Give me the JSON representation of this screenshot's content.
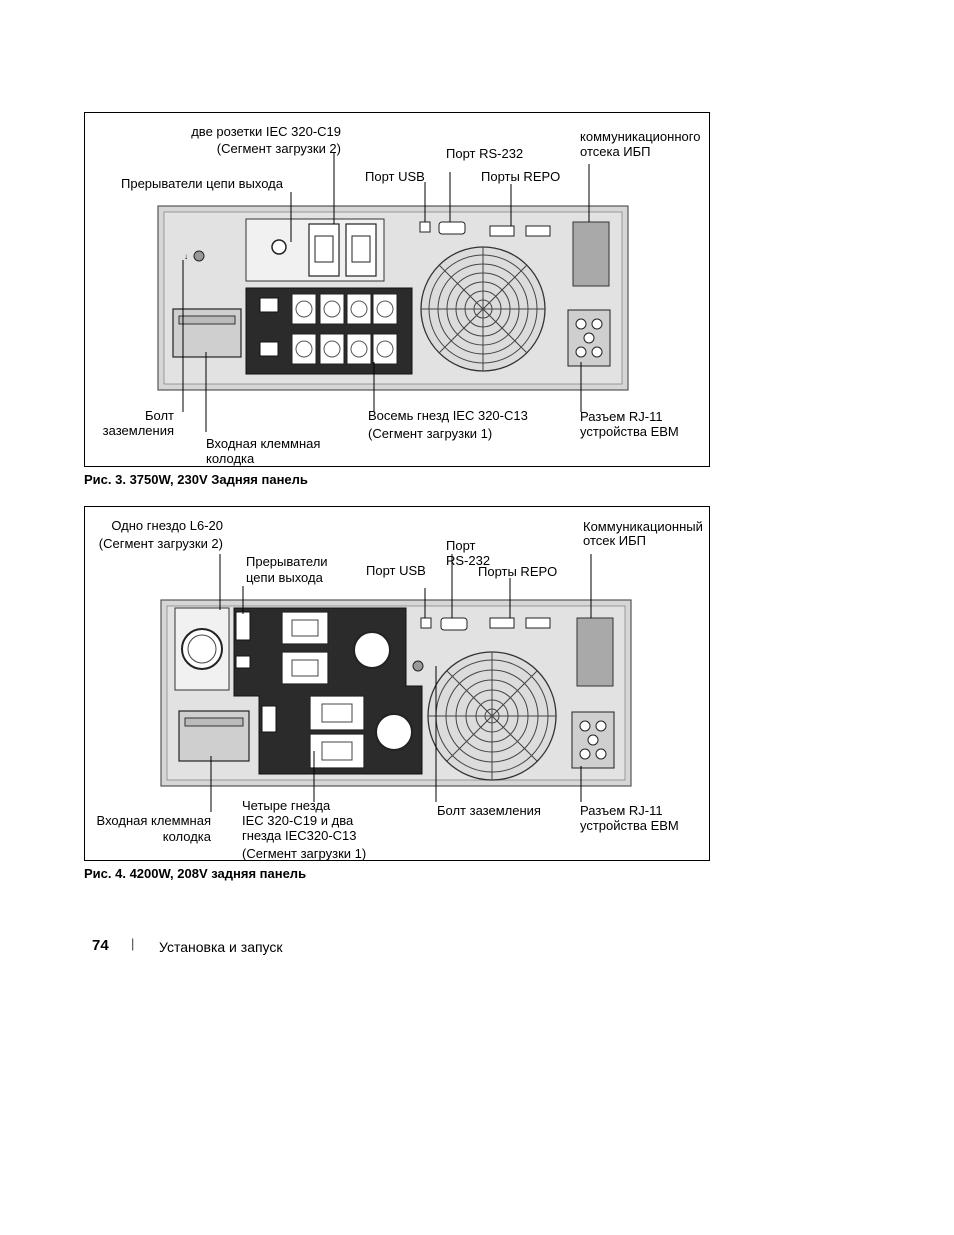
{
  "figure3": {
    "caption": "Рис. 3. 3750W, 230V Задняя панель",
    "labels": {
      "c19_outlets_l1": "две розетки IEC 320-C19",
      "c19_outlets_l2": "(Сегмент загрузки 2)",
      "breakers": "Прерыватели цепи выхода",
      "usb": "Порт USB",
      "rs232": "Порт RS-232",
      "repo": "Порты REPO",
      "comm_bay_l1": "коммуникационного",
      "comm_bay_l2": "отсека ИБП",
      "ground_l1": "Болт",
      "ground_l2": "заземления",
      "terminal_l1": "Входная клеммная",
      "terminal_l2": "колодка",
      "c13_outlets_l1": "Восемь гнезд IEC 320-C13",
      "c13_outlets_l2": "(Сегмент загрузки 1)",
      "rj11_l1": "Разъем RJ-11",
      "rj11_l2": "устройства EBM"
    }
  },
  "figure4": {
    "caption": "Рис. 4. 4200W, 208V задняя панель",
    "labels": {
      "l620_l1": "Одно гнездо L6-20",
      "l620_l2": "(Сегмент загрузки 2)",
      "breakers_l1": "Прерыватели",
      "breakers_l2": "цепи выхода",
      "usb": "Порт USB",
      "rs232_l1": "Порт",
      "rs232_l2": "RS-232",
      "repo": "Порты REPO",
      "comm_bay_l1": "Коммуникационный",
      "comm_bay_l2": "отсек ИБП",
      "terminal_l1": "Входная клеммная",
      "terminal_l2": "колодка",
      "outlets_l1": "Четыре гнезда",
      "outlets_l2": "IEC 320-C19 и два",
      "outlets_l3": "гнезда IEC320-C13",
      "outlets_l4": "(Сегмент загрузки 1)",
      "ground": "Болт заземления",
      "rj11_l1": "Разъем RJ-11",
      "rj11_l2": "устройства EBM"
    }
  },
  "footer": {
    "page_number": "74",
    "separator": "|",
    "section": "Установка и запуск"
  }
}
